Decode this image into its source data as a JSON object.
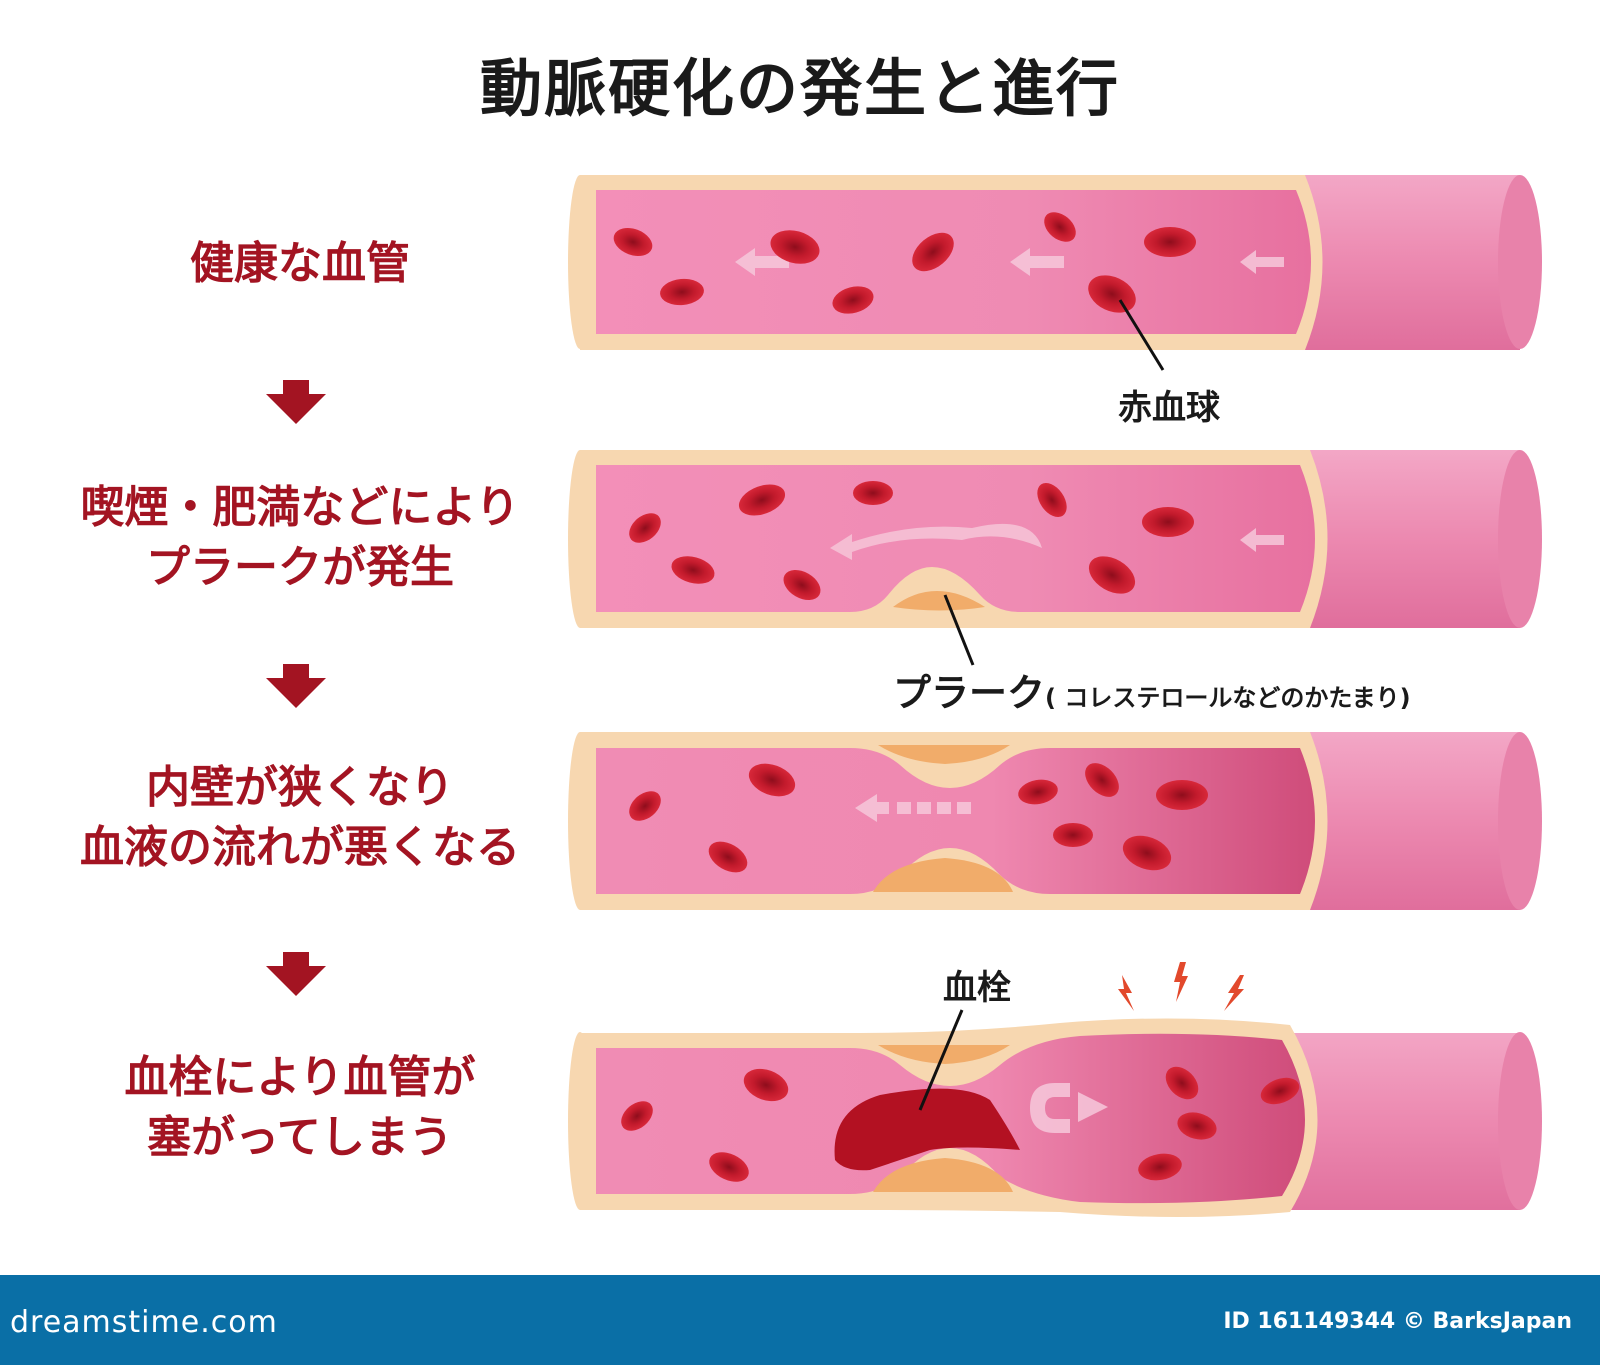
{
  "title": "動脈硬化の発生と進行",
  "stages": [
    {
      "lines": [
        "健康な血管"
      ]
    },
    {
      "lines": [
        "喫煙・肥満などにより",
        "プラークが発生"
      ]
    },
    {
      "lines": [
        "内壁が狭くなり",
        "血液の流れが悪くなる"
      ]
    },
    {
      "lines": [
        "血栓により血管が",
        "塞がってしまう"
      ]
    }
  ],
  "callouts": {
    "red_blood_cell": "赤血球",
    "plaque": "プラーク",
    "plaque_note": "( コレステロールなどのかたまり)",
    "thrombus": "血栓"
  },
  "footer": {
    "brand": "dreamstime.com",
    "credit": "ID 161149344 © BarksJapan"
  },
  "colors": {
    "label_red": "#a31422",
    "vessel_pink": "#ec89b0",
    "vessel_wall": "#f7d7b0",
    "blood_cell": "#c21a2c",
    "plaque": "#f1ac6a",
    "footer_blue": "#0a6fa6",
    "spark": "#e2492c"
  }
}
